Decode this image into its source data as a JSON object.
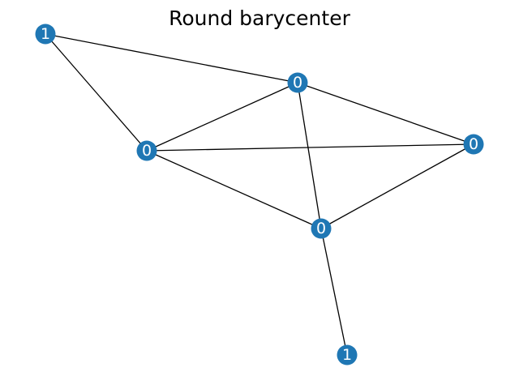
{
  "title": "Round barycenter",
  "node_color": "#1f77b4",
  "edge_color": "#000000",
  "label_color": "#ffffff",
  "graph": {
    "nodes": [
      {
        "id": "a",
        "label": "1"
      },
      {
        "id": "b",
        "label": "0"
      },
      {
        "id": "c",
        "label": "0"
      },
      {
        "id": "d",
        "label": "0"
      },
      {
        "id": "e",
        "label": "0"
      },
      {
        "id": "f",
        "label": "1"
      }
    ],
    "edges": [
      {
        "source": "a",
        "target": "b"
      },
      {
        "source": "a",
        "target": "c"
      },
      {
        "source": "b",
        "target": "c"
      },
      {
        "source": "b",
        "target": "d"
      },
      {
        "source": "b",
        "target": "e"
      },
      {
        "source": "c",
        "target": "d"
      },
      {
        "source": "c",
        "target": "e"
      },
      {
        "source": "d",
        "target": "e"
      },
      {
        "source": "e",
        "target": "f"
      }
    ]
  }
}
